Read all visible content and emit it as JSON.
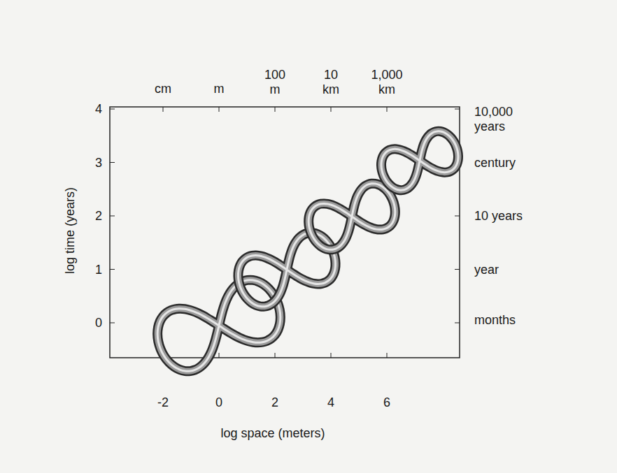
{
  "diagram": {
    "labels": [
      "cm",
      "m",
      "100 m",
      "10 km",
      "1,000 km",
      "10,000 years",
      "century",
      "10 years",
      "year",
      "months",
      "4",
      "3",
      "2",
      "1",
      "0",
      "log time (years)",
      "-2",
      "0",
      "2",
      "4",
      "6",
      "log space (meters)"
    ]
  }
}
